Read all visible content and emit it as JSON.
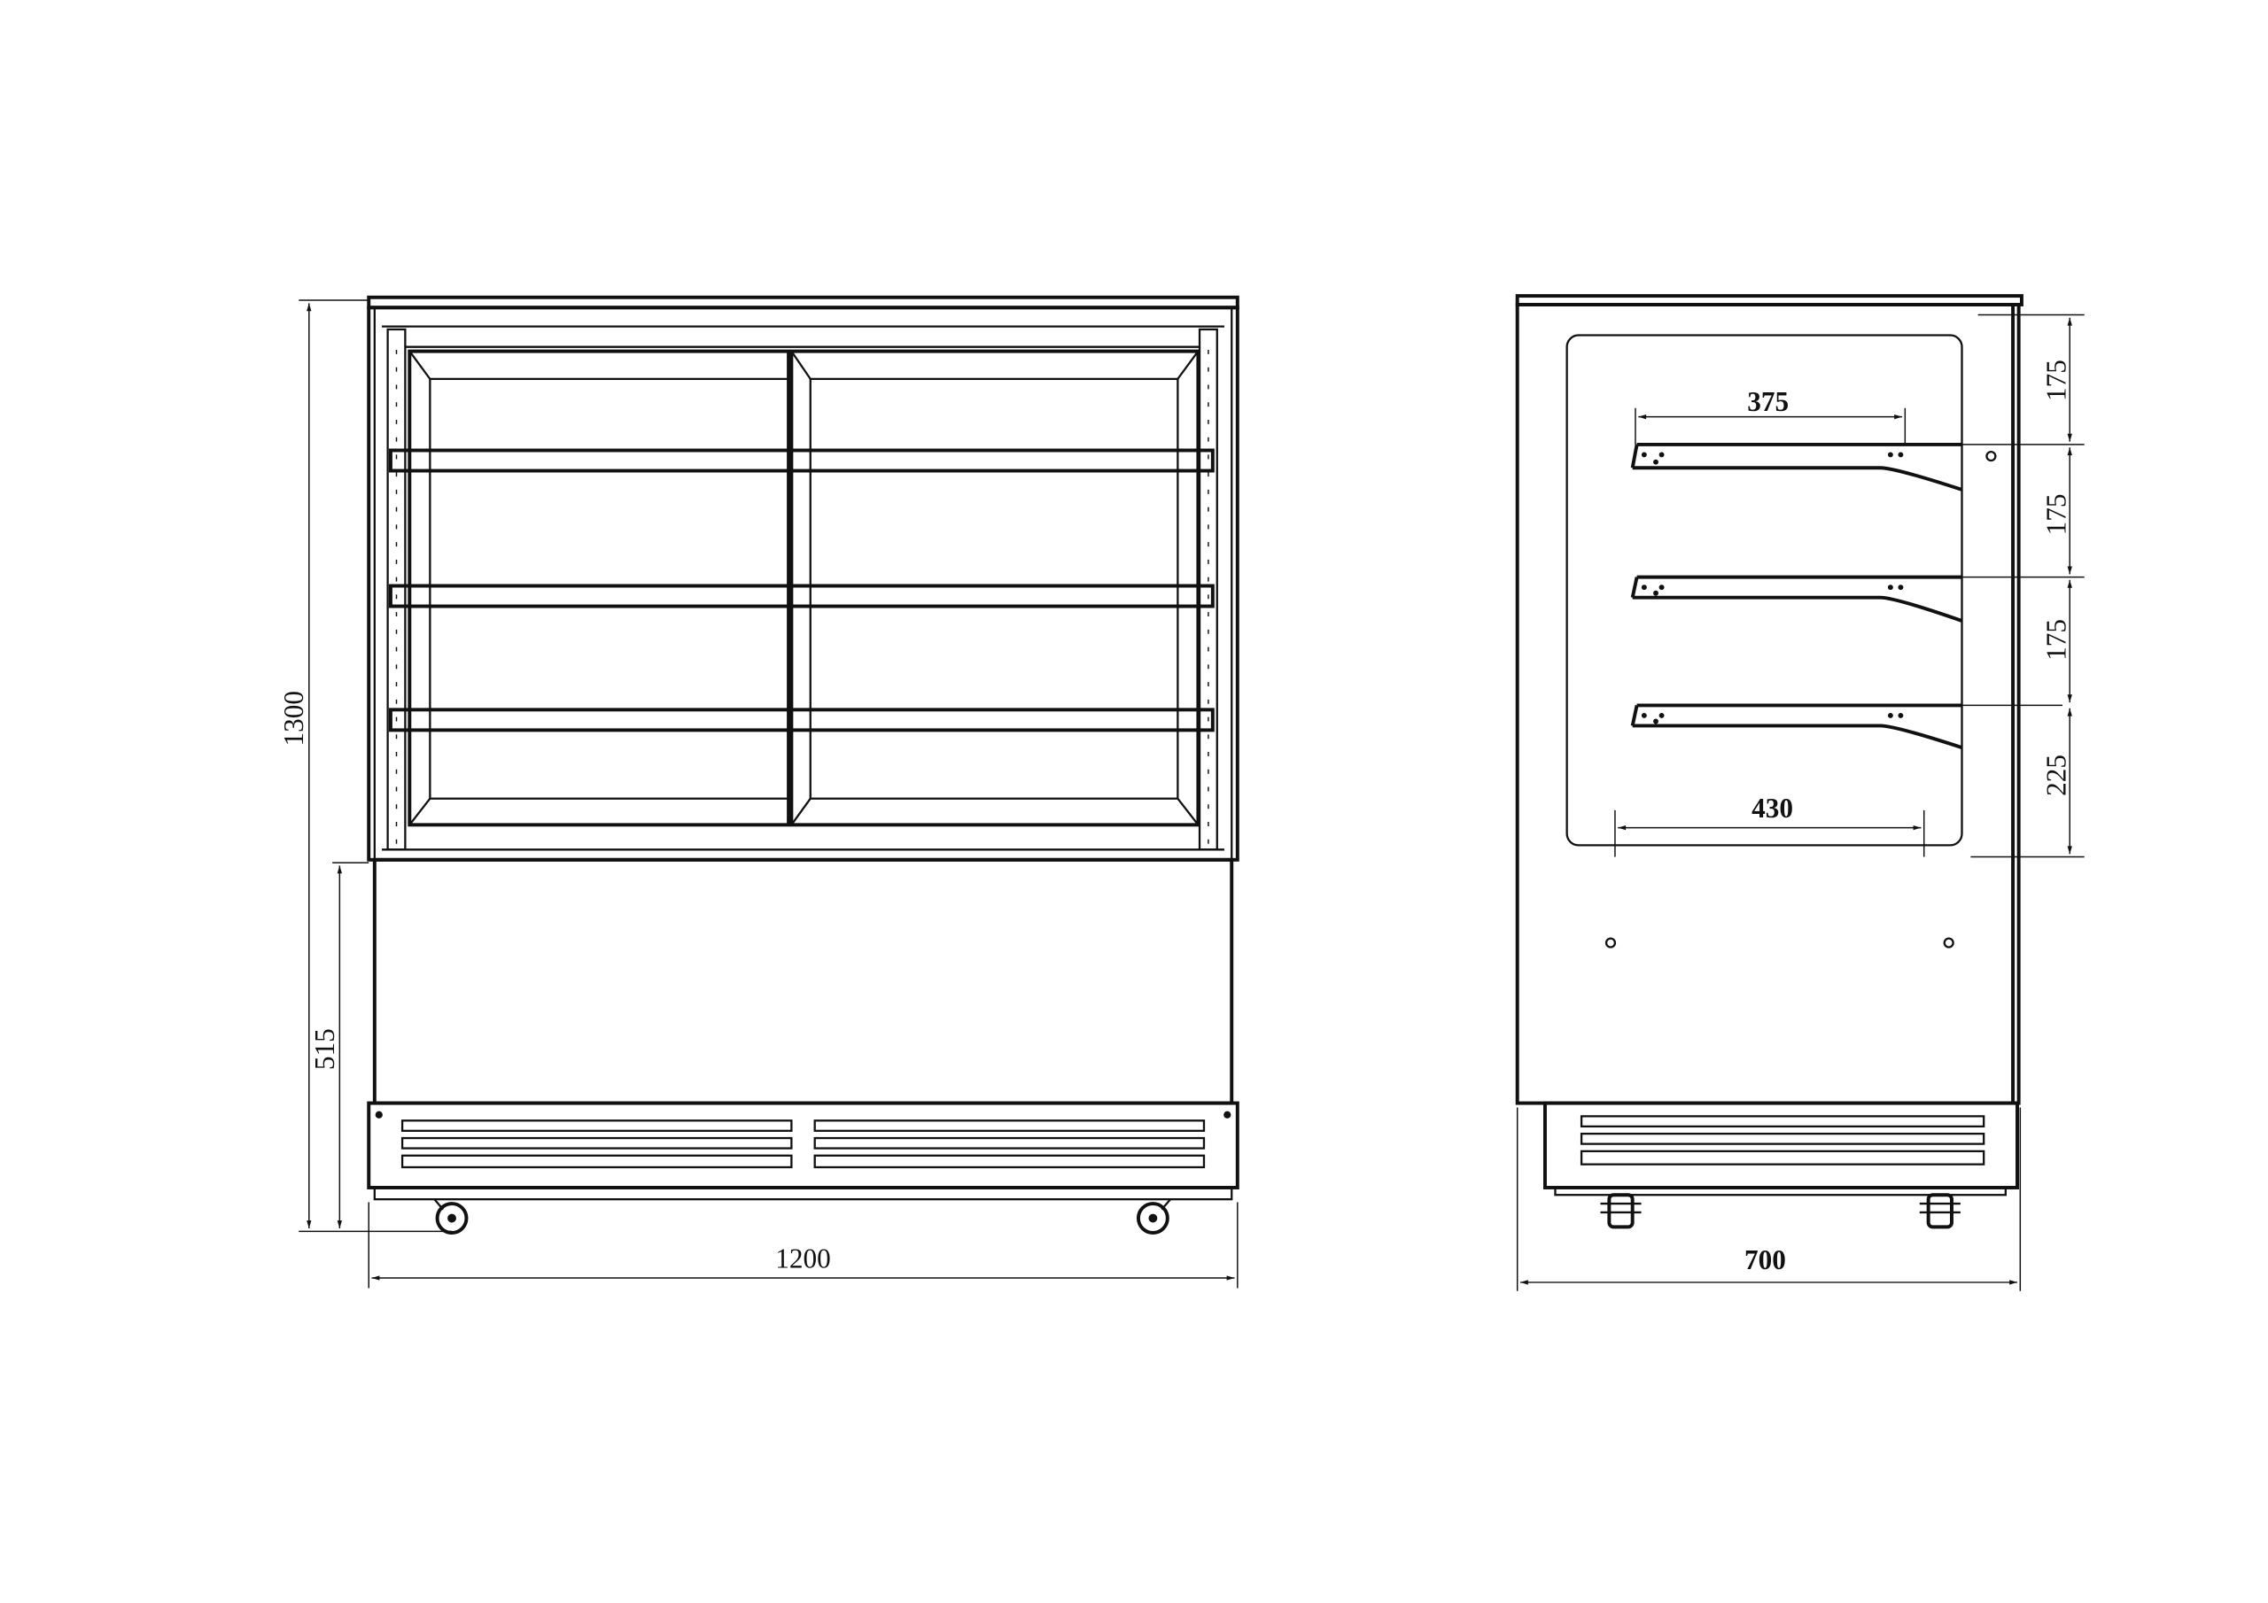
{
  "drawing": {
    "units": "mm",
    "line_color": "#111111",
    "front_view": {
      "dimensions": {
        "total_height": "1300",
        "base_height": "515",
        "width": "1200"
      },
      "shelf_count": 3
    },
    "side_view": {
      "dimensions": {
        "depth": "700",
        "top_shelf_depth": "375",
        "bottom_depth": "430",
        "shelf_spacing_1": "175",
        "shelf_spacing_2": "175",
        "shelf_spacing_3": "175",
        "bottom_spacing": "225"
      },
      "shelf_count": 3
    }
  }
}
